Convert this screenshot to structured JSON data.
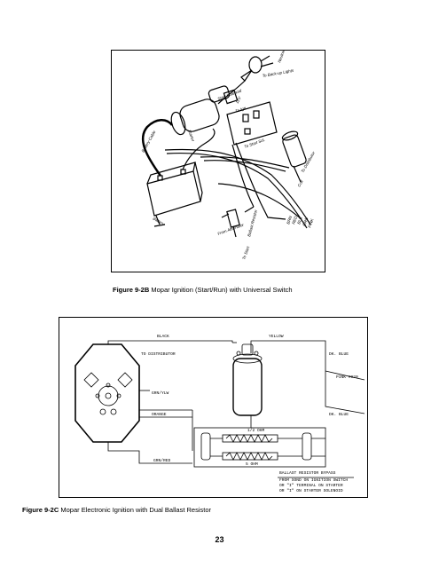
{
  "figure_b": {
    "label": "Figure 9-2B",
    "title": "Mopar Ignition (Start/Run) with Universal Switch",
    "labels": {
      "neutral_safety": "Neutral Safety Sw.",
      "backup": "To Back-up Lights",
      "starter": "Starter",
      "battery_cable": "Battery Cable",
      "battery": "Battery",
      "coil": "Coil",
      "to_distributor": "To Distributor",
      "ballast": "Ballast Resistor",
      "from_alt": "From Alternator",
      "to_start": "To Start",
      "twelve_v": "12V",
      "brn": "BRN",
      "red": "RED",
      "blk": "BLK",
      "pink": "PINK",
      "grn": "GRN",
      "solenoid": "Start Solenoid",
      "to_ign": "To Ign.",
      "to_start_sol": "To Start Sol."
    }
  },
  "figure_c": {
    "label": "Figure 9-2C",
    "title": "Mopar  Electronic Ignition with Dual Ballast Resistor",
    "labels": {
      "black": "BLACK",
      "yellow": "YELLOW",
      "to_distributor": "TO DISTRIBUTOR",
      "dk_blue_1": "DK. BLUE",
      "pink": "PINK #920",
      "dk_blue_2": "DK. BLUE",
      "grn_ylw": "GRN/YLW",
      "orange": "ORANGE",
      "half_ohm": "1/2 OHM",
      "five_ohm": "5 OHM",
      "grn_red": "GRN/RED",
      "bypass_1": "BALLAST RESISTOR BYPASS",
      "bypass_2": "FROM SOND ON IGNITION SWITCH",
      "bypass_3": "OR \"I\" TERMINAL ON STARTER",
      "bypass_4": "OR \"I\" ON STARTER SOLENOID"
    }
  },
  "page_number": "23"
}
